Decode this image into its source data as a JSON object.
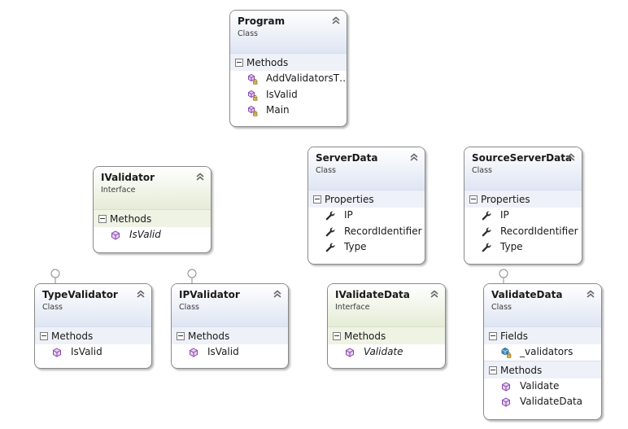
{
  "sections": {
    "methods": "Methods",
    "properties": "Properties",
    "fields": "Fields"
  },
  "boxes": {
    "program": {
      "name": "Program",
      "kind": "Class",
      "methods": [
        "AddValidatorsT…",
        "IsValid",
        "Main"
      ]
    },
    "ivalidator": {
      "name": "IValidator",
      "kind": "Interface",
      "methods": [
        "IsValid"
      ]
    },
    "serverdata": {
      "name": "ServerData",
      "kind": "Class",
      "properties": [
        "IP",
        "RecordIdentifier",
        "Type"
      ]
    },
    "sourceserverdata": {
      "name": "SourceServerData",
      "kind": "Class",
      "properties": [
        "IP",
        "RecordIdentifier",
        "Type"
      ]
    },
    "typevalidator": {
      "name": "TypeValidator",
      "kind": "Class",
      "methods": [
        "IsValid"
      ]
    },
    "ipvalidator": {
      "name": "IPValidator",
      "kind": "Class",
      "methods": [
        "IsValid"
      ]
    },
    "ivalidatedata": {
      "name": "IValidateData",
      "kind": "Interface",
      "methods": [
        "Validate"
      ]
    },
    "validatedata": {
      "name": "ValidateData",
      "kind": "Class",
      "fields": [
        "_validators"
      ],
      "methods": [
        "Validate",
        "ValidateData"
      ]
    }
  },
  "colors": {
    "method_icon": "#8e44ad",
    "wrench_icon": "#2b2b2b",
    "field_icon": "#2f7fb5",
    "lock_icon": "#c9a227"
  }
}
